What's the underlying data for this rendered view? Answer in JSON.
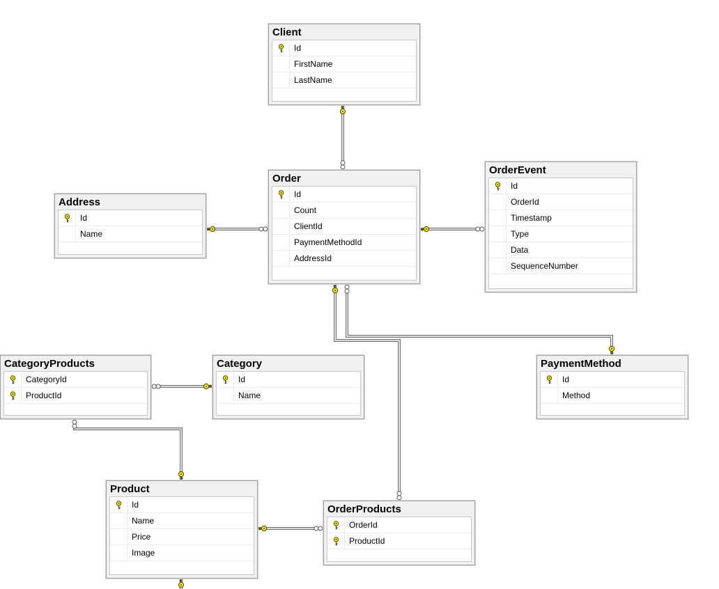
{
  "entities": [
    {
      "id": "client",
      "title": "Client",
      "columns": [
        {
          "name": "Id",
          "key": true
        },
        {
          "name": "FirstName",
          "key": false
        },
        {
          "name": "LastName",
          "key": false
        }
      ]
    },
    {
      "id": "order",
      "title": "Order",
      "columns": [
        {
          "name": "Id",
          "key": true
        },
        {
          "name": "Count",
          "key": false
        },
        {
          "name": "ClientId",
          "key": false
        },
        {
          "name": "PaymentMethodId",
          "key": false
        },
        {
          "name": "AddressId",
          "key": false
        }
      ]
    },
    {
      "id": "address",
      "title": "Address",
      "columns": [
        {
          "name": "Id",
          "key": true
        },
        {
          "name": "Name",
          "key": false
        }
      ]
    },
    {
      "id": "order-event",
      "title": "OrderEvent",
      "columns": [
        {
          "name": "Id",
          "key": true
        },
        {
          "name": "OrderId",
          "key": false
        },
        {
          "name": "Timestamp",
          "key": false
        },
        {
          "name": "Type",
          "key": false
        },
        {
          "name": "Data",
          "key": false
        },
        {
          "name": "SequenceNumber",
          "key": false
        }
      ]
    },
    {
      "id": "category-products",
      "title": "CategoryProducts",
      "columns": [
        {
          "name": "CategoryId",
          "key": true
        },
        {
          "name": "ProductId",
          "key": true
        }
      ]
    },
    {
      "id": "category",
      "title": "Category",
      "columns": [
        {
          "name": "Id",
          "key": true
        },
        {
          "name": "Name",
          "key": false
        }
      ]
    },
    {
      "id": "payment-method",
      "title": "PaymentMethod",
      "columns": [
        {
          "name": "Id",
          "key": true
        },
        {
          "name": "Method",
          "key": false
        }
      ]
    },
    {
      "id": "product",
      "title": "Product",
      "columns": [
        {
          "name": "Id",
          "key": true
        },
        {
          "name": "Name",
          "key": false
        },
        {
          "name": "Price",
          "key": false
        },
        {
          "name": "Image",
          "key": false
        }
      ]
    },
    {
      "id": "order-products",
      "title": "OrderProducts",
      "columns": [
        {
          "name": "OrderId",
          "key": true
        },
        {
          "name": "ProductId",
          "key": true
        }
      ]
    }
  ],
  "relationships": [
    {
      "id": "client-order",
      "one": "Client",
      "many": "Order"
    },
    {
      "id": "address-order",
      "one": "Address",
      "many": "Order"
    },
    {
      "id": "order-orderevent",
      "one": "Order",
      "many": "OrderEvent"
    },
    {
      "id": "order-orderproducts",
      "one": "Order",
      "many": "OrderProducts"
    },
    {
      "id": "paymentmethod-order",
      "one": "PaymentMethod",
      "many": "Order"
    },
    {
      "id": "category-categoryproducts",
      "one": "Category",
      "many": "CategoryProducts"
    },
    {
      "id": "product-categoryproducts",
      "one": "Product",
      "many": "CategoryProducts"
    },
    {
      "id": "product-orderproducts",
      "one": "Product",
      "many": "OrderProducts"
    },
    {
      "id": "product-offscreen",
      "one": "Product",
      "many": ""
    }
  ],
  "colors": {
    "key_fill": "#f2e41c",
    "key_stroke": "#5a4f00",
    "line": "#6f6f6f",
    "table_frame": "#f0f0f0"
  }
}
